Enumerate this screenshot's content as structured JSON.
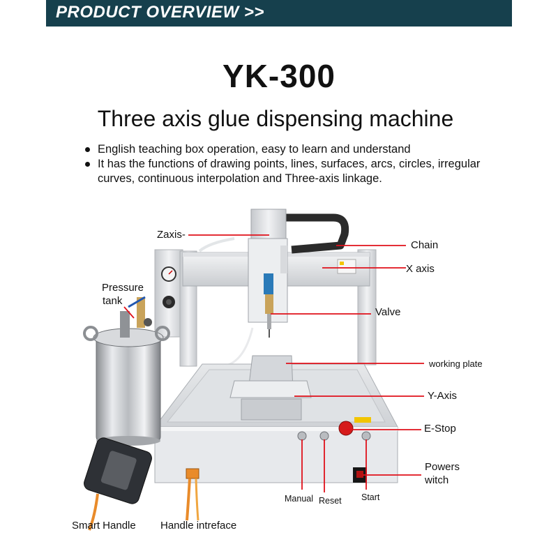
{
  "banner": {
    "title": "PRODUCT OVERVIEW >>"
  },
  "product": {
    "model": "YK-300",
    "subtitle": "Three axis glue dispensing machine",
    "features": [
      "English teaching box operation, easy to learn and understand",
      "It has the functions of drawing points, lines, surfaces, arcs, circles, irregular curves, continuous interpolation and Three-axis linkage."
    ]
  },
  "labels": {
    "zaxis": "Zaxis-",
    "chain": "Chain",
    "xaxis": "X axis",
    "pressure_tank_line1": "Pressure",
    "pressure_tank_line2": "tank",
    "valve": "Valve",
    "working_plate": "working plate",
    "yaxis": "Y-Axis",
    "estop": "E-Stop",
    "power_switch_line1": "Powers",
    "power_switch_line2": "witch",
    "manual": "Manual",
    "reset": "Reset",
    "start": "Start",
    "smart_handle": "Smart Handle",
    "handle_interface": "Handle intreface"
  },
  "colors": {
    "banner": "#16404d",
    "pointer": "#e0101a",
    "frame": "#d9dcdf"
  }
}
